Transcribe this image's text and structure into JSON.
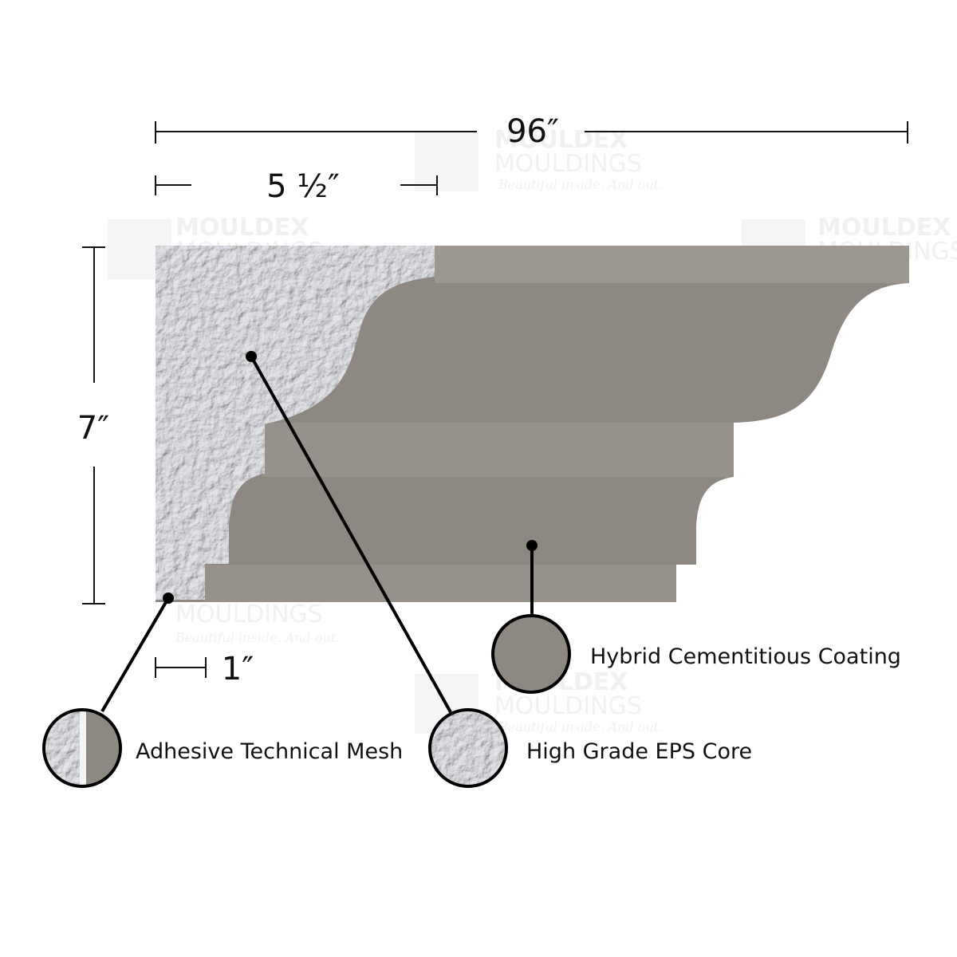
{
  "dimensions": {
    "length": "96″",
    "projection": "5 ½″",
    "height": "7″",
    "mesh_thickness": "1″"
  },
  "callouts": [
    {
      "label": "Hybrid Cementitious Coating"
    },
    {
      "label": "Adhesive Technical Mesh"
    },
    {
      "label": "High Grade EPS Core"
    }
  ],
  "watermark": {
    "line1": "MOULDEX",
    "line2": "MOULDINGS",
    "tagline": "Beautiful inside. And out."
  },
  "colors": {
    "coating": "#8d8881",
    "coating_top": "#9c978f",
    "eps_core": "#dcdde2",
    "lines": "#000000"
  }
}
